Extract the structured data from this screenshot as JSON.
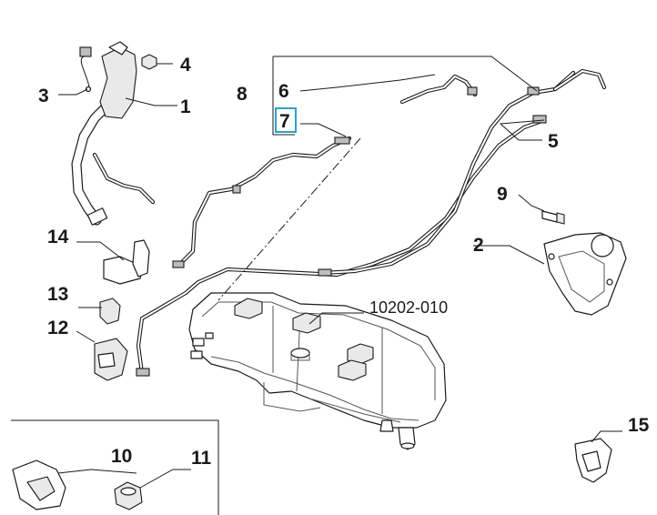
{
  "diagram": {
    "reference_code": "10202-010",
    "highlight_color": "#2f9fc9",
    "callouts": [
      {
        "id": "1",
        "label": "1"
      },
      {
        "id": "2",
        "label": "2"
      },
      {
        "id": "3",
        "label": "3"
      },
      {
        "id": "4",
        "label": "4"
      },
      {
        "id": "5",
        "label": "5"
      },
      {
        "id": "6",
        "label": "6"
      },
      {
        "id": "7",
        "label": "7",
        "highlighted": true
      },
      {
        "id": "8",
        "label": "8"
      },
      {
        "id": "9",
        "label": "9"
      },
      {
        "id": "10",
        "label": "10"
      },
      {
        "id": "11",
        "label": "11"
      },
      {
        "id": "12",
        "label": "12"
      },
      {
        "id": "13",
        "label": "13"
      },
      {
        "id": "14",
        "label": "14"
      },
      {
        "id": "15",
        "label": "15"
      }
    ]
  }
}
